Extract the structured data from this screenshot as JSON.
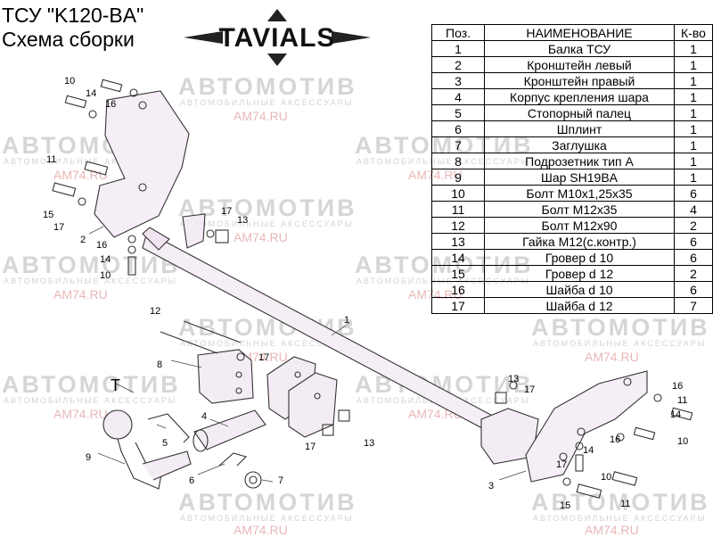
{
  "title": {
    "line1": "ТСУ  \"K120-BA\"",
    "line2": "Схема сборки"
  },
  "logo_text": "TAVIALS",
  "watermark": {
    "brand": "АВТОМОТИВ",
    "sub": "АВТОМОБИЛЬНЫЕ АКСЕССУАРЫ",
    "url": "AM74.RU"
  },
  "table": {
    "headers": {
      "pos": "Поз.",
      "name": "НАИМЕНОВАНИЕ",
      "qty": "К-во"
    },
    "rows": [
      {
        "pos": "1",
        "name": "Балка ТСУ",
        "qty": "1"
      },
      {
        "pos": "2",
        "name": "Кронштейн левый",
        "qty": "1"
      },
      {
        "pos": "3",
        "name": "Кронштейн правый",
        "qty": "1"
      },
      {
        "pos": "4",
        "name": "Корпус крепления шара",
        "qty": "1"
      },
      {
        "pos": "5",
        "name": "Стопорный палец",
        "qty": "1"
      },
      {
        "pos": "6",
        "name": "Шплинт",
        "qty": "1"
      },
      {
        "pos": "7",
        "name": "Заглушка",
        "qty": "1"
      },
      {
        "pos": "8",
        "name": "Подрозетник тип А",
        "qty": "1"
      },
      {
        "pos": "9",
        "name": "Шар SH19BA",
        "qty": "1"
      },
      {
        "pos": "10",
        "name": "Болт М10х1,25х35",
        "qty": "6"
      },
      {
        "pos": "11",
        "name": "Болт М12х35",
        "qty": "4"
      },
      {
        "pos": "12",
        "name": "Болт М12х90",
        "qty": "2"
      },
      {
        "pos": "13",
        "name": "Гайка М12(с.контр.)",
        "qty": "6"
      },
      {
        "pos": "14",
        "name": "Гровер d 10",
        "qty": "6"
      },
      {
        "pos": "15",
        "name": "Гровер d 12",
        "qty": "2"
      },
      {
        "pos": "16",
        "name": "Шайба d 10",
        "qty": "6"
      },
      {
        "pos": "17",
        "name": "Шайба d 12",
        "qty": "7"
      }
    ]
  },
  "callouts": {
    "n1": "1",
    "n2": "2",
    "n3": "3",
    "n4": "4",
    "n5": "5",
    "n6": "6",
    "n7": "7",
    "n8": "8",
    "n9": "9",
    "n10": "10",
    "n11": "11",
    "n12": "12",
    "n13": "13",
    "n14": "14",
    "n15": "15",
    "n16": "16",
    "n17": "17",
    "T": "T"
  }
}
